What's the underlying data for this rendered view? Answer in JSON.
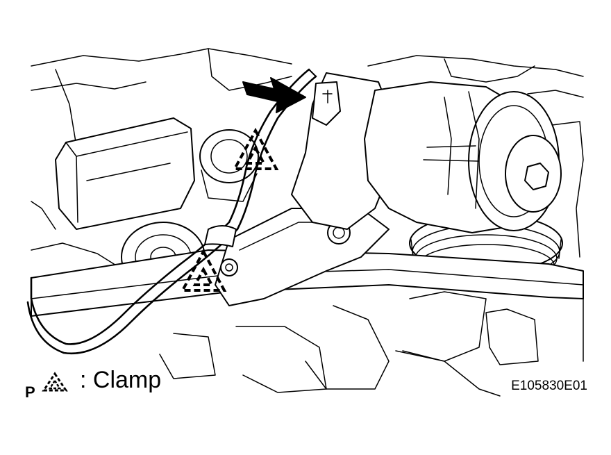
{
  "legend": {
    "mark": "P",
    "icon": "dashed-triangle-clamp-icon",
    "label": ": Clamp"
  },
  "figure_id": "E105830E01",
  "pointer": {
    "icon": "arrow-icon",
    "target": "clamp"
  }
}
